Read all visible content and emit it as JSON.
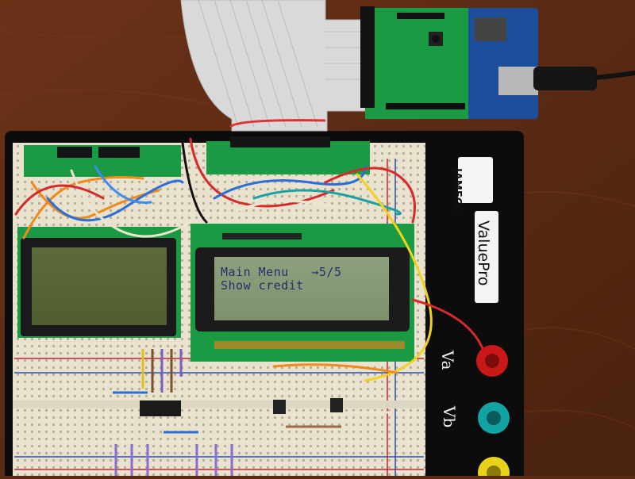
{
  "lcd_right": {
    "line1": "Main Menu   →5/5",
    "line2": "Show credit"
  },
  "board": {
    "brand": "JAMECO",
    "model": "ValuePro",
    "terminals": [
      "Va",
      "Vb"
    ]
  }
}
